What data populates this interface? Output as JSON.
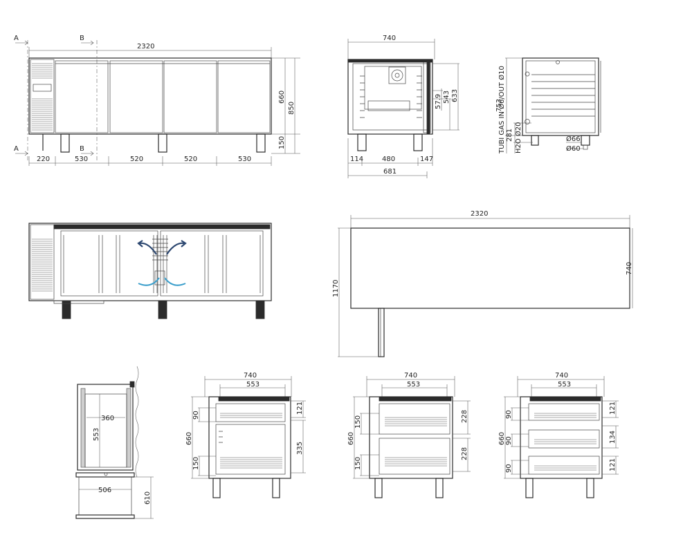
{
  "views": {
    "front": {
      "section_a": "A",
      "section_b": "B",
      "overall_width": "2320",
      "segments": [
        "220",
        "530",
        "520",
        "520",
        "530"
      ],
      "height_top": "660",
      "height_total": "850",
      "height_legs": "150"
    },
    "side": {
      "width_top": "740",
      "seg_left": "114",
      "seg_mid": "480",
      "seg_right": "147",
      "width_bottom": "681",
      "dim_a": "57.9",
      "dim_b": "543",
      "dim_c": "633"
    },
    "back": {
      "height": "753",
      "pipe_label": "TUBI GAS IN Ø6/OUT Ø10",
      "dim_281": "281",
      "water_label": "H2O Ø20",
      "dia_66": "Ø66",
      "dia_60": "Ø60"
    },
    "plan": {
      "width": "2320",
      "depth_right": "740",
      "depth_left": "1170"
    },
    "section_b_view": {
      "inner_width": "360",
      "inner_height": "553",
      "base_width": "506",
      "base_height": "610"
    },
    "drawer_views": [
      {
        "width": "740",
        "inner": "553",
        "height": "660",
        "left": [
          "90",
          "150"
        ],
        "right": [
          "121",
          "335"
        ]
      },
      {
        "width": "740",
        "inner": "553",
        "height": "660",
        "left": [
          "150",
          "150"
        ],
        "right": [
          "228",
          "228"
        ]
      },
      {
        "width": "740",
        "inner": "553",
        "height": "660",
        "left": [
          "90",
          "90",
          "90"
        ],
        "right": [
          "121",
          "134",
          "121"
        ]
      }
    ]
  }
}
